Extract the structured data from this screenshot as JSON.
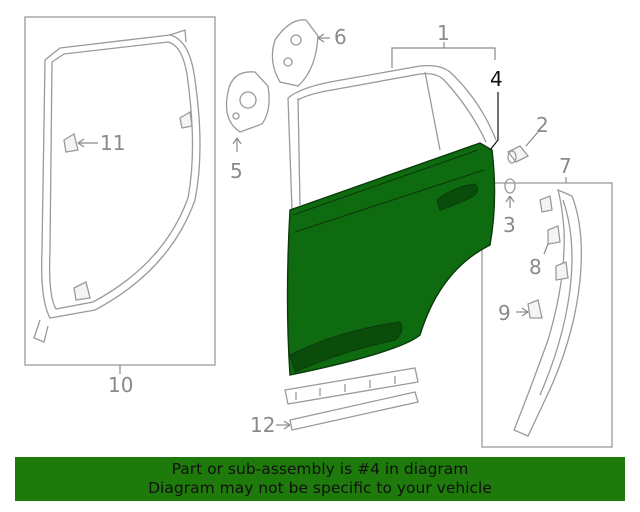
{
  "highlight_color": "#0f6b0f",
  "callouts": {
    "c1": "1",
    "c2": "2",
    "c3": "3",
    "c4": "4",
    "c5": "5",
    "c6": "6",
    "c7": "7",
    "c8": "8",
    "c9": "9",
    "c10": "10",
    "c11": "11",
    "c12": "12"
  },
  "banner": {
    "line1": "Part or sub-assembly is #4 in diagram",
    "line2": "Diagram may not be specific to your vehicle"
  }
}
